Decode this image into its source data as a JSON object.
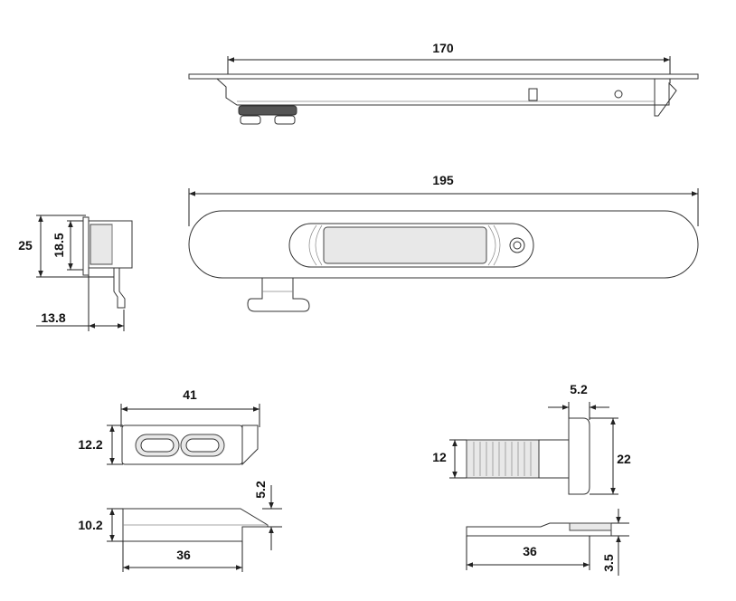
{
  "dimensions": {
    "top_length": "170",
    "front_length": "195",
    "side_height": "25",
    "side_inner_height": "18.5",
    "side_depth": "13.8",
    "keeper_width": "41",
    "keeper_height": "12.2",
    "keeper_side_step": "5.2",
    "keeper_side_height": "10.2",
    "keeper_side_length": "36",
    "plate_step": "5.2",
    "plate_inner_height": "12",
    "plate_height": "22",
    "plate_length": "36",
    "plate_thickness": "3.5"
  }
}
